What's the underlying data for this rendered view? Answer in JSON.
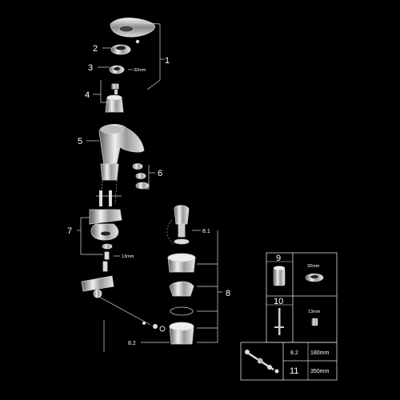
{
  "callouts": {
    "c1": "1",
    "c2": "2",
    "c3": "3",
    "c4": "4",
    "c5": "5",
    "c6": "6",
    "c7": "7",
    "c8": "8",
    "c8_1": "8.1",
    "c8_2": "8.2"
  },
  "dimensions": {
    "d32_top": "32mm",
    "d13_left": "13mm"
  },
  "table": {
    "r9_label": "9",
    "r9_size": "32mm",
    "r10_label": "10",
    "r10_size": "13mm",
    "r82_label": "8.2",
    "r82_size": "180mm",
    "r11_label": "11",
    "r11_size": "350mm"
  }
}
